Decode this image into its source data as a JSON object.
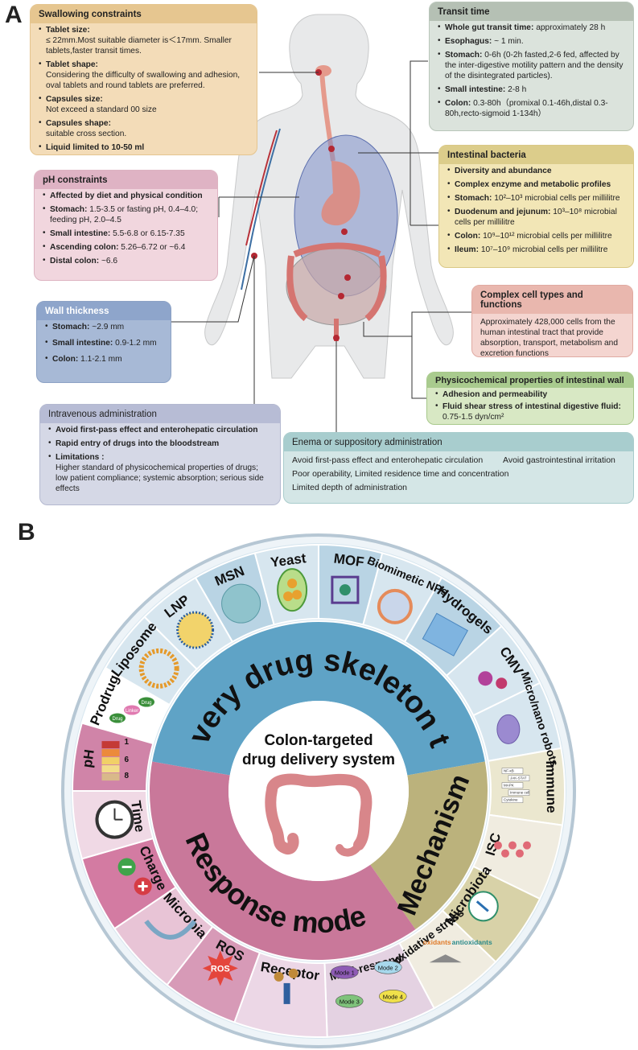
{
  "panel_a": {
    "letter": "A"
  },
  "panel_b": {
    "letter": "B"
  },
  "swallowing": {
    "title": "Swallowing constraints",
    "items": [
      {
        "label": "Tablet size:",
        "text": "≤ 22mm.Most suitable diameter is＜17mm. Smaller tablets,faster transit times."
      },
      {
        "label": "Tablet shape:",
        "text": "Considering the difficulty of swallowing and adhesion, oval tablets and round tablets are preferred."
      },
      {
        "label": "Capsules size:",
        "text": "Not exceed a standard 00 size"
      },
      {
        "label": "Capsules shape:",
        "text": "suitable cross section."
      },
      {
        "label": "Liquid limited to 10-50 ml",
        "text": ""
      }
    ]
  },
  "ph": {
    "title": "pH constraints",
    "items": [
      {
        "label": "Affected by diet and physical condition",
        "text": ""
      },
      {
        "label": "Stomach:",
        "text": "1.5-3.5 or fasting pH, 0.4–4.0; feeding pH, 2.0–4.5"
      },
      {
        "label": "Small intestine:",
        "text": "5.5-6.8 or 6.15-7.35"
      },
      {
        "label": "Ascending colon:",
        "text": "5.26–6.72 or ~6.4"
      },
      {
        "label": "Distal colon:",
        "text": "~6.6"
      }
    ]
  },
  "wall": {
    "title": "Wall thickness",
    "items": [
      {
        "label": "Stomach:",
        "text": "~2.9 mm"
      },
      {
        "label": "Small intestine:",
        "text": "0.9-1.2 mm"
      },
      {
        "label": "Colon:",
        "text": "1.1-2.1 mm"
      }
    ]
  },
  "iv": {
    "title": "Intravenous administration",
    "items": [
      {
        "label": "Avoid first-pass effect and enterohepatic circulation",
        "text": ""
      },
      {
        "label": "Rapid entry of drugs into the bloodstream",
        "text": ""
      },
      {
        "label": "Limitations :",
        "text": "Higher standard of physicochemical properties of drugs; low patient compliance; systemic absorption; serious side effects"
      }
    ]
  },
  "transit": {
    "title": "Transit time",
    "items": [
      {
        "label": "Whole gut transit time:",
        "text": "approximately 28 h"
      },
      {
        "label": "Esophagus:",
        "text": "~ 1 min."
      },
      {
        "label": "Stomach:",
        "text": "0-6h (0-2h fasted,2-6 fed, affected by the inter-digestive motility pattern and the density of the disintegrated particles)."
      },
      {
        "label": "Small intestine:",
        "text": "2-8 h"
      },
      {
        "label": "Colon:",
        "text": "0.3-80h（promixal 0.1-46h,distal 0.3-80h,recto-sigmoid 1-134h）"
      }
    ]
  },
  "bacteria": {
    "title": "Intestinal bacteria",
    "items": [
      {
        "label": "Diversity and abundance",
        "text": ""
      },
      {
        "label": "Complex enzyme and metabolic profiles",
        "text": ""
      },
      {
        "label": "Stomach:",
        "text": "10²–10³ microbial cells per millilitre"
      },
      {
        "label": "Duodenum and jejunum:",
        "text": "10³–10⁸ microbial cells per millilitre"
      },
      {
        "label": "Colon:",
        "text": "10⁹–10¹² microbial cells per millilitre"
      },
      {
        "label": "Ileum:",
        "text": "10⁷–10⁹ microbial cells per millilitre"
      }
    ]
  },
  "cells": {
    "title": "Complex cell types and functions",
    "text": "Approximately 428,000 cells from the human intestinal tract that provide absorption, transport, metabolism and excretion functions"
  },
  "physchem": {
    "title": "Physicochemical properties of intestinal wall",
    "items": [
      {
        "label": "Adhesion and permeability",
        "text": ""
      },
      {
        "label": "Fluid shear stress of intestinal digestive fluid:",
        "text": "0.75-1.5 dyn/cm²"
      }
    ]
  },
  "enema": {
    "title": "Enema or suppository administration",
    "items": [
      "Avoid first-pass effect and enterohepatic circulation",
      "Avoid gastrointestinal irritation",
      "Poor operability, Limited residence time and concentration",
      "Limited depth of administration"
    ]
  },
  "wheel": {
    "center_title": "Colon-targeted drug delivery system",
    "center_line1": "Colon-targeted",
    "center_line2": "drug delivery system",
    "sector_delivery": "Delivery drug skeleton type",
    "sector_response": "Response mode",
    "sector_mechanism": "Mechanism",
    "ring_labels": [
      "Prodrug",
      "Liposome",
      "LNP",
      "MSN",
      "Yeast",
      "MOF",
      "Biomimetic NPs",
      "Hydrogels",
      "CMV",
      "Micro/nano robots",
      "Immune",
      "ISC",
      "Microbiota",
      "oxidative stress",
      "Multi-respond",
      "Receptor",
      "ROS",
      "Microbia",
      "Charge",
      "Time",
      "pH"
    ],
    "ph_scale": [
      "1",
      "6",
      "8"
    ],
    "prodrug_parts": [
      "Drug",
      "Linker",
      "Drug"
    ],
    "ros_badge": "ROS",
    "modes": [
      "Mode 1",
      "Mode 2",
      "Mode 3",
      "Mode 4"
    ],
    "oxidants": "oxidants",
    "antioxidants": "antioxidants",
    "immune_path": [
      "NF-κB",
      "JAK-STAT",
      "MAPK",
      "Immune cell",
      "Cytokine"
    ],
    "colors": {
      "delivery": "#5fa3c6",
      "response": "#c9789a",
      "mechanism": "#bbb27c",
      "outer_ring": "#d7e6ef"
    }
  }
}
